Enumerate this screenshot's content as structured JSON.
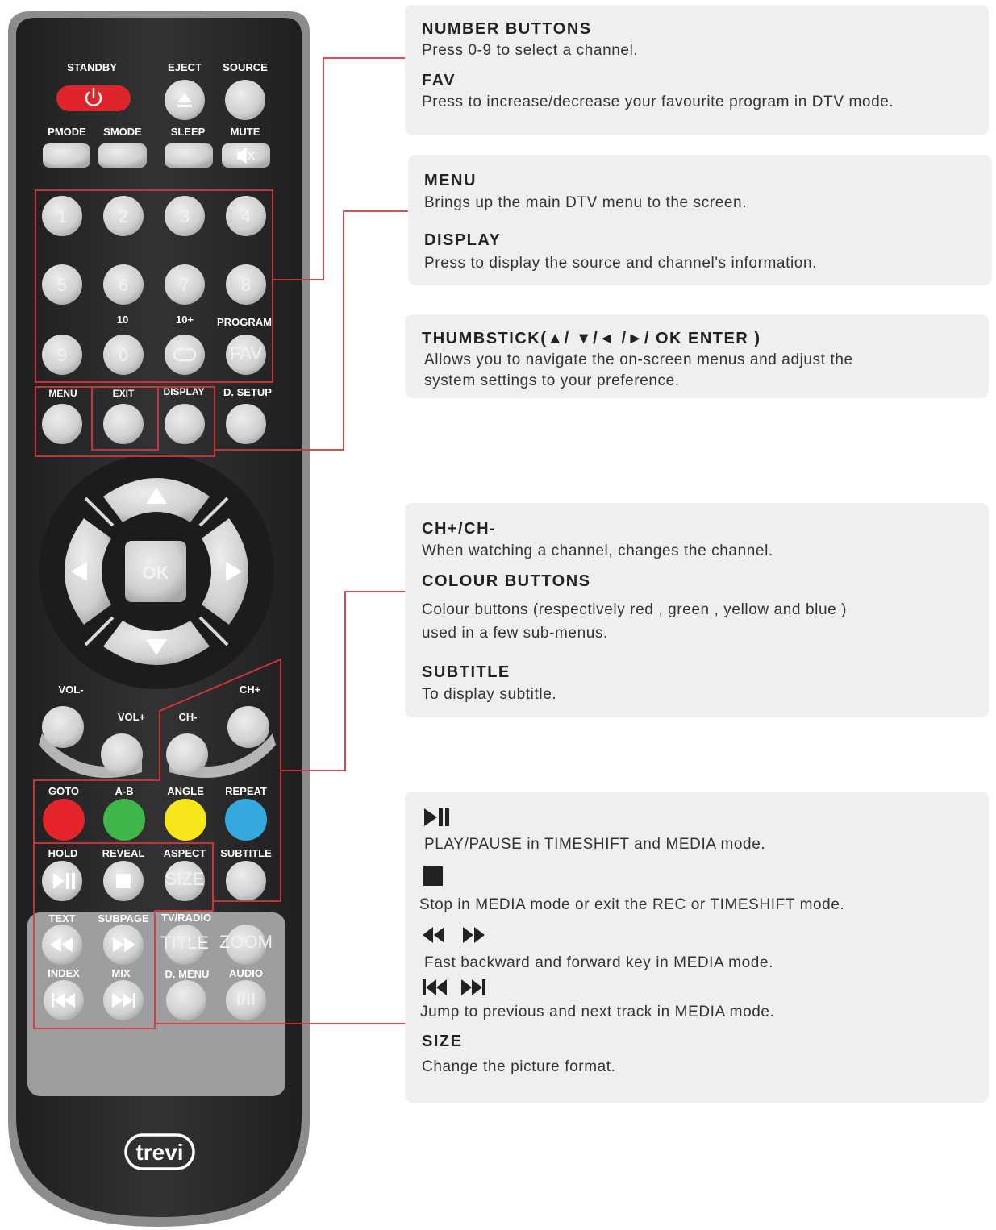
{
  "remote": {
    "logo": "trevi",
    "buttons": {
      "standby": "STANDBY",
      "eject": "EJECT",
      "source": "SOURCE",
      "pmode": "PMODE",
      "smode": "SMODE",
      "sleep": "SLEEP",
      "mute": "MUTE",
      "n1": "1",
      "n2": "2",
      "n3": "3",
      "n4": "4",
      "n5": "5",
      "n6": "6",
      "n7": "7",
      "n8": "8",
      "lbl10": "10",
      "lbl10plus": "10+",
      "program": "PROGRAM",
      "n9": "9",
      "n0": "0",
      "fav": "FAV",
      "menu": "MENU",
      "exit": "EXIT",
      "display": "DISPLAY",
      "dsetup": "D. SETUP",
      "ok": "OK",
      "vol_minus": "VOL-",
      "vol_plus": "VOL+",
      "ch_minus": "CH-",
      "ch_plus": "CH+",
      "goto": "GOTO",
      "ab": "A-B",
      "angle": "ANGLE",
      "repeat": "REPEAT",
      "hold": "HOLD",
      "reveal": "REVEAL",
      "aspect": "ASPECT",
      "subtitle": "SUBTITLE",
      "size": "SIZE",
      "text": "TEXT",
      "subpage": "SUBPAGE",
      "tvradio": "TV/RADIO",
      "title": "TITLE",
      "zoom": "ZOOM",
      "index": "INDEX",
      "mix": "MIX",
      "dmenu": "D. MENU",
      "audio": "AUDIO",
      "audio_glyph": "I/II"
    }
  },
  "panels": {
    "p1": {
      "h1": "NUMBER BUTTONS",
      "t1": "Press 0-9 to select a channel.",
      "h2": "FAV",
      "t2": "Press to increase/decrease your favourite program in DTV mode."
    },
    "p2": {
      "h1": "MENU",
      "t1": "Brings up the main DTV menu to the screen.",
      "h2": "DISPLAY",
      "t2": "Press to display the source and channel's information."
    },
    "p3": {
      "h1": "THUMBSTICK(▲/ ▼/◄ /►/ OK ENTER )",
      "t1": "Allows you to navigate the on-screen menus and adjust the",
      "t2": "system settings to your preference."
    },
    "p4": {
      "h1": "CH+/CH-",
      "t1": "When watching a channel, changes the channel.",
      "h2": "COLOUR BUTTONS",
      "t2": "Colour buttons (respectively red , green , yellow and  blue  )",
      "t3": "used in a few sub-menus.",
      "h3": "SUBTITLE",
      "t4": "To display subtitle."
    },
    "p5": {
      "t1": "PLAY/PAUSE in TIMESHIFT and MEDIA mode.",
      "t2": "Stop in MEDIA mode or exit the REC or TIMESHIFT mode.",
      "t3": "Fast backward and forward key in MEDIA mode.",
      "t4": "Jump to previous and next track in MEDIA mode.",
      "h1": "SIZE",
      "t5": "Change the picture format."
    }
  },
  "colors": {
    "body": "#2b2b2b",
    "body_edge": "#8a8a8a",
    "button": "#d4d4d4",
    "standby": "#e0242b",
    "red": "#e4232a",
    "green": "#3fb649",
    "yellow": "#f6e61a",
    "blue": "#35a9de",
    "callout": "#d9343a",
    "panel": "#efefef",
    "lower_panel": "#9c9ea0"
  }
}
